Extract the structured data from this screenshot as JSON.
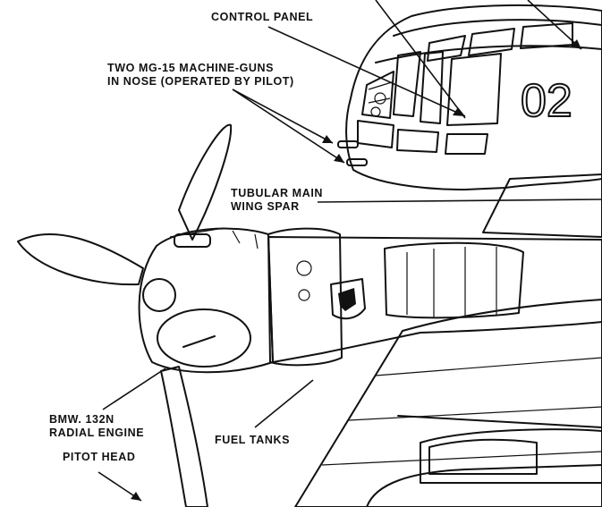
{
  "labels": {
    "control_panel": "CONTROL PANEL",
    "machine_guns_line1": "TWO MG-15 MACHINE-GUNS",
    "machine_guns_line2": "IN NOSE (OPERATED BY PILOT)",
    "wing_spar_line1": "TUBULAR MAIN",
    "wing_spar_line2": "WING SPAR",
    "engine_line1": "BMW. 132N",
    "engine_line2": "RADIAL ENGINE",
    "fuel_tanks": "FUEL TANKS",
    "pitot_head": "PITOT HEAD"
  },
  "aircraft_marking": "02",
  "colors": {
    "ink": "#111111",
    "paper": "#ffffff",
    "shade": "#9a9a9a"
  }
}
